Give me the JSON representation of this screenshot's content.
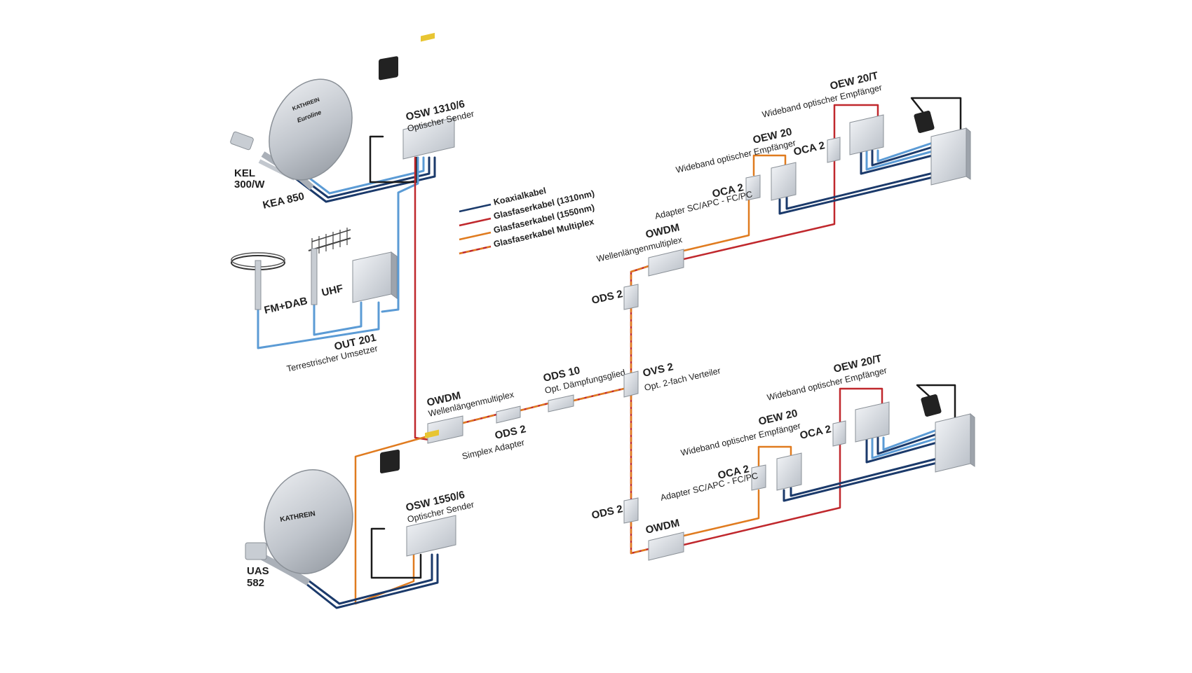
{
  "legend": {
    "koax": "Koaxialkabel",
    "glas1310": "Glasfaserkabel (1310nm)",
    "glas1550": "Glasfaserkabel (1550nm)",
    "multiplex": "Glasfaserkabel Multiplex"
  },
  "colors": {
    "koax_dark": "#1b3a6b",
    "koax_light": "#5b9bd5",
    "fiber_1310": "#c0282d",
    "fiber_1550": "#e07b1f",
    "device": "#d9dde3",
    "adapter_black": "#222222"
  },
  "labels": {
    "kel_line1": "KEL",
    "kel_line2": "300/W",
    "kea": "KEA 850",
    "euroline": "Euroline",
    "kathrein": "KATHREIN",
    "fm_dab": "FM+DAB",
    "uhf": "UHF",
    "out201": "OUT 201",
    "out201_sub": "Terrestrischer Umsetzer",
    "osw1310": "OSW 1310/6",
    "osw1310_sub": "Optischer Sender",
    "osw1550": "OSW 1550/6",
    "osw1550_sub": "Optischer Sender",
    "uas_line1": "UAS",
    "uas_line2": "582",
    "owdm_left": "OWDM",
    "owdm_left_sub": "Wellenlängenmultiplex",
    "ods2_simplex": "ODS 2",
    "ods2_simplex_sub": "Simplex Adapter",
    "ods10": "ODS 10",
    "ods10_sub": "Opt. Dämpfungsglied",
    "ovs2": "OVS 2",
    "ovs2_sub": "Opt. 2-fach Verteiler",
    "ods2_top": "ODS 2",
    "ods2_bottom": "ODS 2",
    "owdm_top": "OWDM",
    "owdm_top_sub": "Wellenlängenmultiplex",
    "owdm_bottom": "OWDM",
    "oca2_top_left": "OCA 2",
    "oca2_top_left_sub": "Adapter SC/APC - FC/PC",
    "oew20_top": "OEW 20",
    "oew20_top_sub": "Wideband optischer Empfänger",
    "oca2_top_right": "OCA 2",
    "oew20t_top": "OEW 20/T",
    "oew20t_top_sub": "Wideband optischer Empfänger",
    "oca2_bot_left": "OCA 2",
    "oca2_bot_left_sub": "Adapter SC/APC - FC/PC",
    "oew20_bot": "OEW 20",
    "oew20_bot_sub": "Wideband optischer Empfänger",
    "oca2_bot_right": "OCA 2",
    "oew20t_bot": "OEW 20/T",
    "oew20t_bot_sub": "Wideband optischer Empfänger"
  }
}
